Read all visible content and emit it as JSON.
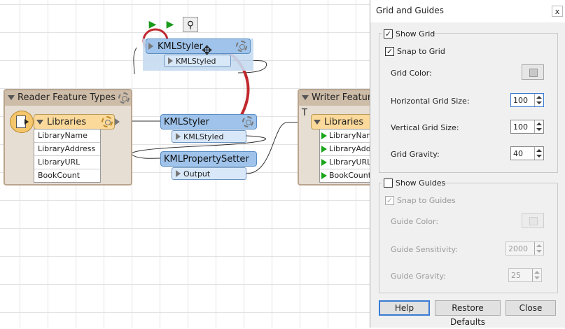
{
  "canvas": {
    "toolbar": {
      "run_icon": "play-icon",
      "run_to_icon": "play-step-icon",
      "inspect_icon": "magnifier-icon"
    },
    "selected_transformer": {
      "name": "KMLStyler",
      "port": "KMLStyled"
    },
    "reader": {
      "title": "Reader Feature Types",
      "feature_type": "Libraries",
      "attributes": [
        "LibraryName",
        "LibraryAddress",
        "LibraryURL",
        "BookCount"
      ]
    },
    "transformers": [
      {
        "name": "KMLStyler",
        "port": "KMLStyled"
      },
      {
        "name": "KMLPropertySetter",
        "port": "Output"
      }
    ],
    "writer": {
      "title": "Writer Feature T",
      "feature_type": "Libraries",
      "attributes": [
        "LibraryNam",
        "LibraryAddr",
        "LibraryURL",
        "BookCount"
      ]
    },
    "colors": {
      "annotation_red": "#c0282d",
      "transformer_blue": "#9fc3ea",
      "feature_type_yellow": "#fbd99a"
    }
  },
  "dialog": {
    "title": "Grid and Guides",
    "close_label": "x",
    "show_grid": {
      "label": "Show Grid",
      "checked": true
    },
    "snap_to_grid": {
      "label": "Snap to Grid",
      "checked": true
    },
    "grid_color": {
      "label": "Grid Color:"
    },
    "horizontal_grid_size": {
      "label": "Horizontal Grid Size:",
      "value": "100"
    },
    "vertical_grid_size": {
      "label": "Vertical Grid Size:",
      "value": "100"
    },
    "grid_gravity": {
      "label": "Grid Gravity:",
      "value": "40"
    },
    "show_guides": {
      "label": "Show Guides",
      "checked": false
    },
    "snap_to_guides": {
      "label": "Snap to Guides",
      "checked": true,
      "disabled": true
    },
    "guide_color": {
      "label": "Guide Color:"
    },
    "guide_sensitivity": {
      "label": "Guide Sensitivity:",
      "value": "2000"
    },
    "guide_gravity": {
      "label": "Guide Gravity:",
      "value": "25"
    },
    "buttons": {
      "help": "Help",
      "restore_defaults": "Restore Defaults",
      "close": "Close"
    }
  }
}
